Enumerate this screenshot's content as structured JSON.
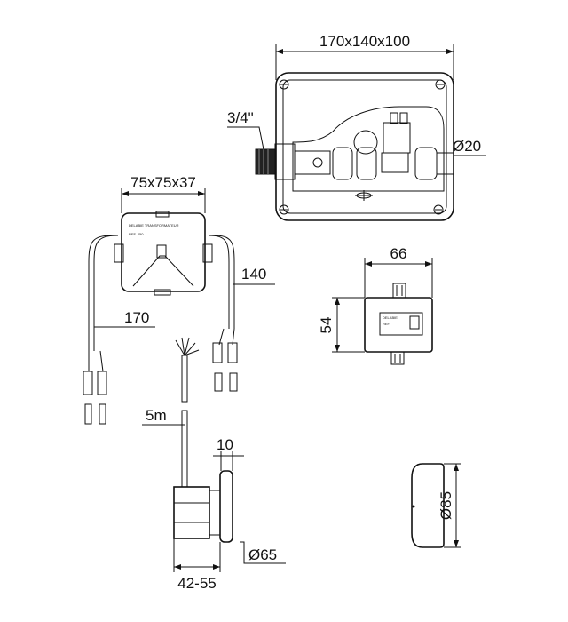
{
  "dimensions": {
    "box_size": "170x140x100",
    "inlet": "3/4\"",
    "outlet_diameter": "Ø20",
    "transformer_size": "75x75x37",
    "cable_right": "140",
    "cable_left": "170",
    "module_width": "66",
    "module_height": "54",
    "cable_length": "5m",
    "plate_thickness": "10",
    "wall_range": "42-55",
    "sensor_diameter": "Ø65",
    "cover_diameter": "Ø85"
  },
  "labels": {
    "transformer_brand": "DELABIE TRANSFORMATEUR",
    "transformer_ref": "REF. 450...",
    "module_brand": "DELABIE",
    "module_ref": "REF."
  },
  "colors": {
    "line": "#111111",
    "fill_light": "#e8e8e8",
    "fill_mid": "#c8c8c8",
    "fill_dark": "#222222",
    "background": "#ffffff"
  }
}
